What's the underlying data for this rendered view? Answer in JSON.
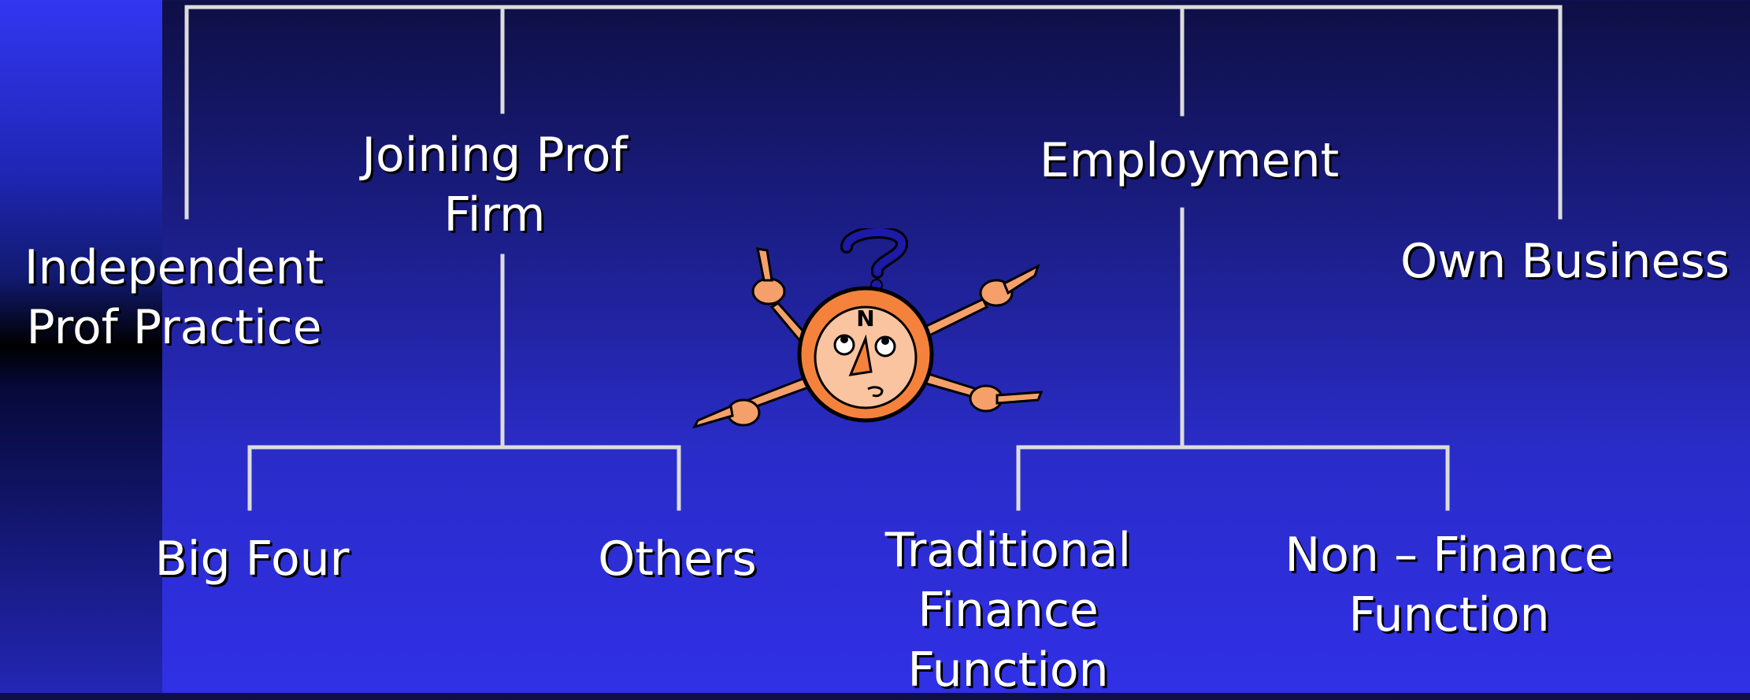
{
  "diagram": {
    "nodes": {
      "independent": [
        "Independent",
        "Prof Practice"
      ],
      "joining": [
        "Joining Prof",
        "Firm"
      ],
      "employment": [
        "Employment"
      ],
      "own_business": [
        "Own Business"
      ],
      "big_four": [
        "Big Four"
      ],
      "others": [
        "Others"
      ],
      "traditional": [
        "Traditional",
        "Finance",
        "Function"
      ],
      "non_finance": [
        "Non – Finance",
        "Function"
      ]
    },
    "mascot": {
      "letter": "N",
      "icon": "confused-compass-mascot-icon"
    },
    "colors": {
      "connector": "#dcdcdc",
      "text": "#ffffff",
      "mascot_orange": "#f5823c",
      "mascot_face": "#fbc4a0",
      "question_mark": "#1c1aa6"
    }
  }
}
